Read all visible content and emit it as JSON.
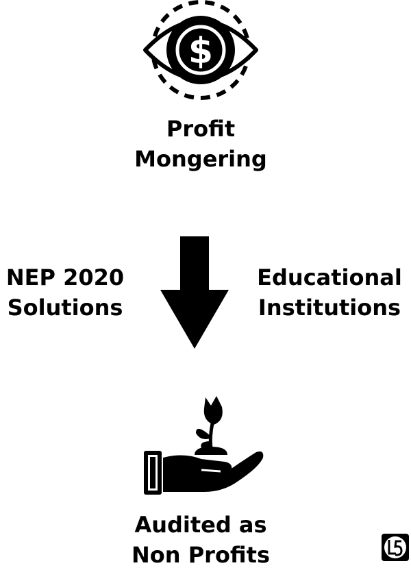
{
  "top": {
    "line1": "Profit",
    "line2": "Mongering"
  },
  "left": {
    "line1": "NEP 2020",
    "line2": "Solutions"
  },
  "right": {
    "line1": "Educational",
    "line2": "Institutions"
  },
  "bottom": {
    "line1": "Audited as",
    "line2": "Non Profits"
  },
  "colors": {
    "foreground": "#000000",
    "background": "#ffffff"
  },
  "icons": {
    "top": "dollar-eye-icon",
    "middle": "down-arrow-icon",
    "bottom": "hand-holding-plant-icon",
    "corner": "logo-badge-icon"
  }
}
